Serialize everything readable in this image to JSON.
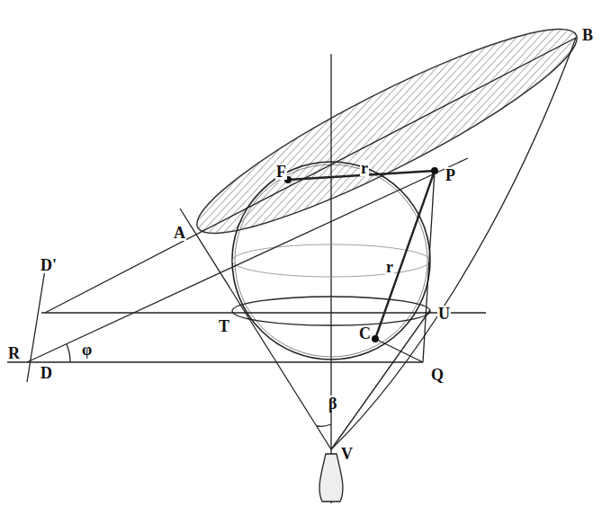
{
  "diagram": {
    "labels": [
      "B",
      "F",
      "r",
      "P",
      "A",
      "r",
      "D'",
      "T",
      "U",
      "R",
      "φ",
      "C",
      "Q",
      "D",
      "β",
      "V"
    ]
  }
}
